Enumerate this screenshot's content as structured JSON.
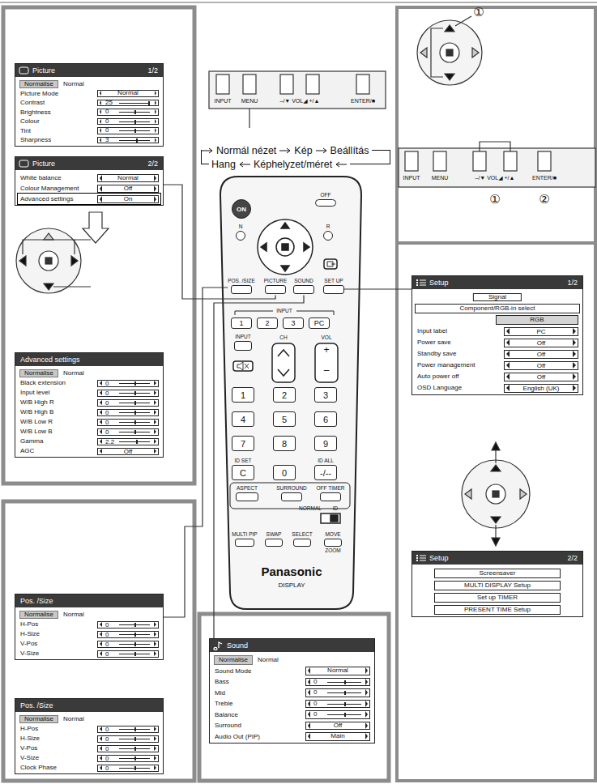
{
  "diagram": {
    "nodes": [
      {
        "text": [
          "Picture",
          "1/2"
        ]
      },
      {
        "text": [
          "Normalise",
          "Normal"
        ],
        "in": 0
      },
      {
        "text": [
          "Picture Mode",
          "Normal"
        ],
        "in": 0
      },
      {
        "text": [
          "Contrast",
          "25"
        ],
        "in": 0
      },
      {
        "text": [
          "Brightness",
          "0"
        ],
        "in": 0
      },
      {
        "text": [
          "Colour",
          "0"
        ],
        "in": 0
      },
      {
        "text": [
          "Tint",
          "0"
        ],
        "in": 0
      },
      {
        "text": [
          "Sharpness",
          "3"
        ],
        "in": 0
      },
      {
        "text": [
          "Picture",
          "2/2"
        ]
      },
      {
        "text": [
          "White balance",
          "Normal"
        ],
        "in": 8
      },
      {
        "text": [
          "Colour Management",
          "Off"
        ],
        "in": 8
      },
      {
        "text": [
          "Advanced settings",
          "On"
        ],
        "in": 8
      },
      {
        "text": [
          "Advanced settings"
        ]
      },
      {
        "text": [
          "Normalise",
          "Normal"
        ],
        "in": 12
      },
      {
        "text": [
          "Black extension",
          "0"
        ],
        "in": 12
      },
      {
        "text": [
          "Input level",
          "0"
        ],
        "in": 12
      },
      {
        "text": [
          "W/B High R",
          "0"
        ],
        "in": 12
      },
      {
        "text": [
          "W/B High B",
          "0"
        ],
        "in": 12
      },
      {
        "text": [
          "W/B Low R",
          "0"
        ],
        "in": 12
      },
      {
        "text": [
          "W/B Low B",
          "0"
        ],
        "in": 12
      },
      {
        "text": [
          "Gamma",
          "2.2"
        ],
        "in": 12
      },
      {
        "text": [
          "AGC",
          "Off"
        ],
        "in": 12
      },
      {
        "text": [
          "Pos. /Size"
        ]
      },
      {
        "text": [
          "Normalise",
          "Normal"
        ],
        "in": 22
      },
      {
        "text": [
          "H-Pos",
          "0"
        ],
        "in": 22
      },
      {
        "text": [
          "H-Size",
          "0"
        ],
        "in": 22
      },
      {
        "text": [
          "V-Pos",
          "0"
        ],
        "in": 22
      },
      {
        "text": [
          "V-Size",
          "0"
        ],
        "in": 22
      },
      {
        "text": [
          "Pos. /Size"
        ]
      },
      {
        "text": [
          "Normalise",
          "Normal"
        ],
        "in": 28
      },
      {
        "text": [
          "H-Pos",
          "0"
        ],
        "in": 28
      },
      {
        "text": [
          "H-Size",
          "0"
        ],
        "in": 28
      },
      {
        "text": [
          "V-Pos",
          "0"
        ],
        "in": 28
      },
      {
        "text": [
          "V-Size",
          "0"
        ],
        "in": 28
      },
      {
        "text": [
          "Clock Phase",
          "0"
        ],
        "in": 28
      },
      {
        "text": [
          "Sound"
        ]
      },
      {
        "text": [
          "Normalise",
          "Normal"
        ],
        "in": 35
      },
      {
        "text": [
          "Sound Mode",
          "Normal"
        ],
        "in": 35
      },
      {
        "text": [
          "Bass",
          "0"
        ],
        "in": 35
      },
      {
        "text": [
          "Mid",
          "0"
        ],
        "in": 35
      },
      {
        "text": [
          "Treble",
          "0"
        ],
        "in": 35
      },
      {
        "text": [
          "Balance",
          "0"
        ],
        "in": 35
      },
      {
        "text": [
          "Surround",
          "Off"
        ],
        "in": 35
      },
      {
        "text": [
          "Audio Out (PIP)",
          "Main"
        ],
        "in": 35
      },
      {
        "text": [
          "Setup",
          "1/2"
        ]
      },
      {
        "text": [
          "Signal"
        ],
        "in": 44
      },
      {
        "text": [
          "Component/RGB-in select"
        ],
        "in": 44
      },
      {
        "text": [
          "RGB"
        ],
        "in": 44
      },
      {
        "text": [
          "Input label",
          "PC"
        ],
        "in": 44
      },
      {
        "text": [
          "Power save",
          "Off"
        ],
        "in": 44
      },
      {
        "text": [
          "Standby save",
          "Off"
        ],
        "in": 44
      },
      {
        "text": [
          "Power management",
          "Off"
        ],
        "in": 44
      },
      {
        "text": [
          "Auto power off",
          "Off"
        ],
        "in": 44
      },
      {
        "text": [
          "OSD Language",
          "English (UK)"
        ],
        "in": 44
      },
      {
        "text": [
          "Setup",
          "2/2"
        ]
      },
      {
        "text": [
          "Screensaver"
        ],
        "in": 54
      },
      {
        "text": [
          "MULTI DISPLAY Setup"
        ],
        "in": 54
      },
      {
        "text": [
          "Set up TIMER"
        ],
        "in": 54
      },
      {
        "text": [
          "PRESENT TIME Setup"
        ],
        "in": 54
      },
      {
        "text": [
          "ON"
        ]
      },
      {
        "text": [
          "OFF"
        ]
      },
      {
        "text": [
          "N"
        ]
      },
      {
        "text": [
          "R"
        ]
      },
      {
        "text": [
          "POS. /SIZE"
        ]
      },
      {
        "text": [
          "PICTURE"
        ]
      },
      {
        "text": [
          "SOUND"
        ]
      },
      {
        "text": [
          "SET UP"
        ]
      },
      {
        "text": [
          "1"
        ]
      },
      {
        "text": [
          "2"
        ]
      },
      {
        "text": [
          "3"
        ]
      },
      {
        "text": [
          "PC"
        ]
      },
      {
        "text": [
          "INPUT"
        ]
      },
      {
        "text": [
          "1"
        ]
      },
      {
        "text": [
          "2"
        ]
      },
      {
        "text": [
          "3"
        ]
      },
      {
        "text": [
          "4"
        ]
      },
      {
        "text": [
          "5"
        ]
      },
      {
        "text": [
          "6"
        ]
      },
      {
        "text": [
          "7"
        ]
      },
      {
        "text": [
          "8"
        ]
      },
      {
        "text": [
          "9"
        ]
      },
      {
        "text": [
          "C"
        ]
      },
      {
        "text": [
          "0"
        ]
      },
      {
        "text": [
          "-/--"
        ]
      },
      {
        "text": [
          "ASPECT"
        ]
      },
      {
        "text": [
          "SURROUND"
        ]
      },
      {
        "text": [
          "OFF TIMER"
        ]
      },
      {
        "text": [
          "MULTI PIP"
        ]
      },
      {
        "text": [
          "SWAP"
        ]
      },
      {
        "text": [
          "SELECT"
        ]
      },
      {
        "text": [
          "MOVE",
          "ZOOM"
        ]
      }
    ],
    "edges": [
      {
        "from": 64,
        "to": 8,
        "arrow": "none"
      },
      {
        "from": 63,
        "to": 22,
        "arrow": "none"
      },
      {
        "from": 65,
        "to": 35,
        "arrow": "none"
      },
      {
        "from": 66,
        "to": 44,
        "arrow": "none"
      }
    ],
    "labels": [
      "Normál nézet",
      "Kép",
      "Beállítás",
      "Hang",
      "Képhelyzet/méret",
      "INPUT",
      "MENU",
      "–/▼ VOL◢ +/▲",
      "ENTER/■",
      "①",
      "INPUT",
      "MENU",
      "–/▼ VOL◢ +/▲",
      "ENTER/■",
      "①",
      "②",
      "INPUT",
      "CH",
      "VOL",
      "+",
      "–",
      "ID SET",
      "ID ALL",
      "NORMAL",
      "ID",
      "Panasonic",
      "DISPLAY"
    ]
  }
}
